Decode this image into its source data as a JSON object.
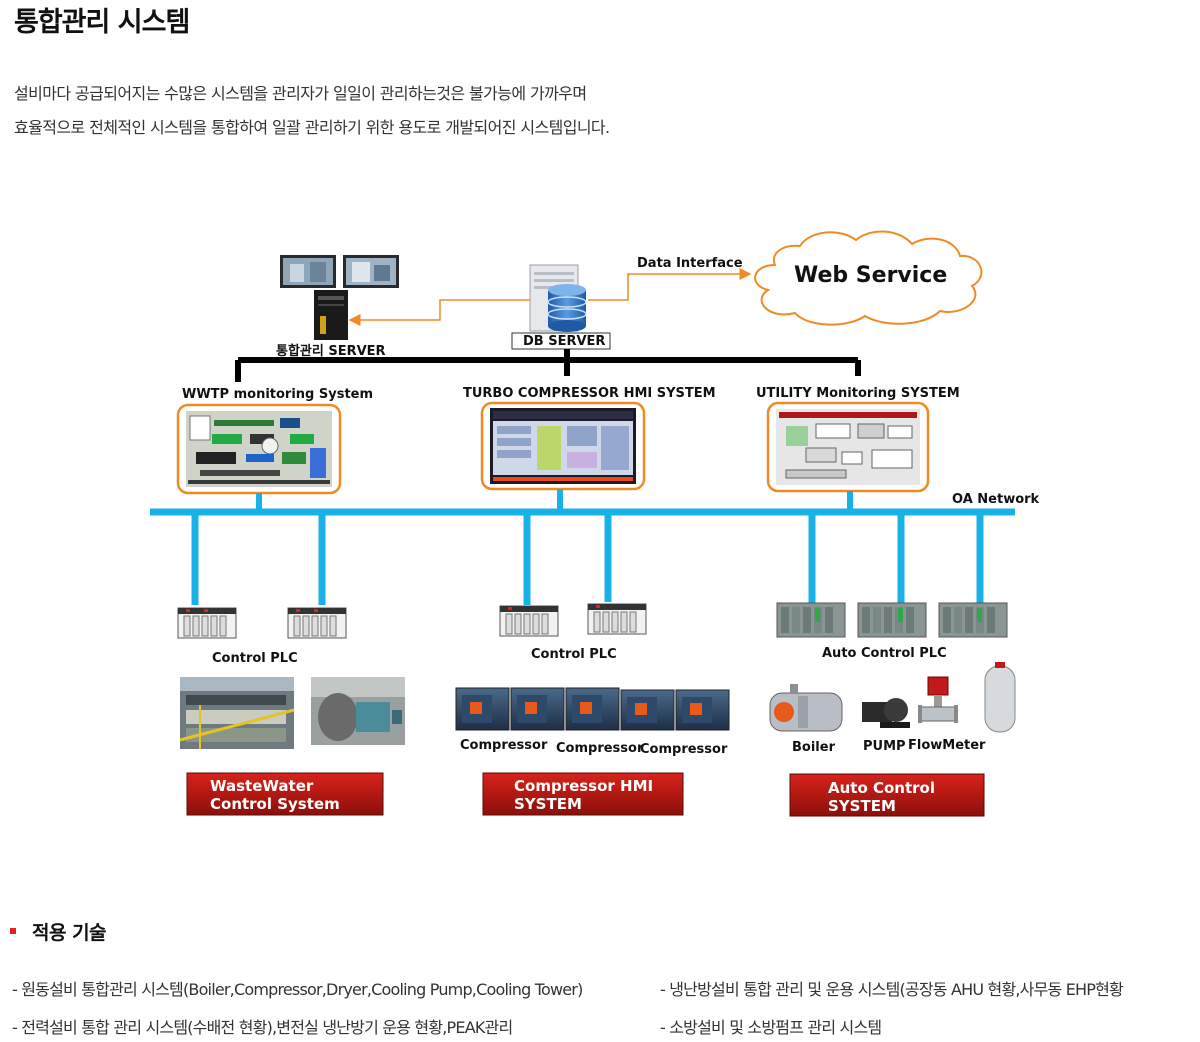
{
  "title": "통합관리 시스템",
  "intro": [
    "설비마다 공급되어지는 수많은 시스템을 관리자가 일일이 관리하는것은 불가능에 가까우며",
    "효율적으로 전체적인 시스템을 통합하여 일괄 관리하기 위한 용도로 개발되어진 시스템입니다."
  ],
  "diagram": {
    "data_interface": "Data Interface",
    "web_service": "Web Service",
    "db_server": "DB SERVER",
    "main_server": "통합관리 SERVER",
    "systems": [
      "WWTP  monitoring System",
      "TURBO COMPRESSOR HMI SYSTEM",
      "UTILITY Monitoring SYSTEM"
    ],
    "network": "OA Network",
    "plc_labels": [
      "Control  PLC",
      "Control  PLC",
      "Auto Control PLC"
    ],
    "compressor_labels": [
      "Compressor",
      "Compressor",
      "Compressor"
    ],
    "equipment_labels": [
      "Boiler",
      "PUMP",
      "FlowMeter"
    ],
    "buttons": [
      [
        "WasteWater",
        "Control System"
      ],
      [
        "Compressor HMI",
        "SYSTEM"
      ],
      [
        "Auto Control",
        "SYSTEM"
      ]
    ],
    "colors": {
      "network": "#1ab0e8",
      "screen_border": "#f08a24",
      "arrow": "#f08a24",
      "button": "#b3140e"
    }
  },
  "section_title": "적용 기술",
  "tech": [
    "- 원동설비 통합관리 시스템(Boiler,Compressor,Dryer,Cooling Pump,Cooling Tower)",
    "- 냉난방설비 통합 관리 및 운용 시스템(공장동 AHU 현황,사무동 EHP현황",
    "- 전력설비 통합 관리 시스템(수배전 현황),변전실 냉난방기 운용 현황,PEAK관리",
    "- 소방설비 및 소방펌프 관리 시스템"
  ]
}
